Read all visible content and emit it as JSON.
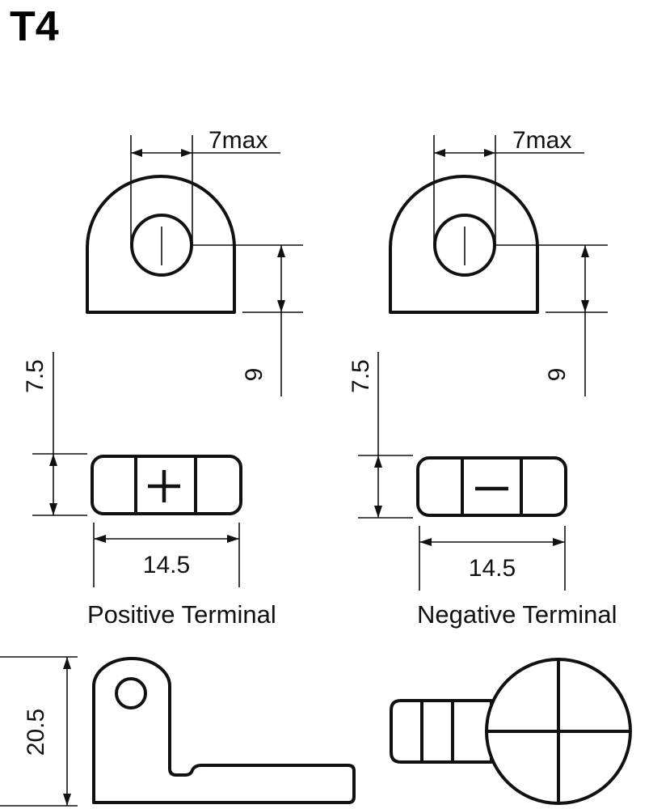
{
  "title": "T4",
  "dimensions": {
    "bolt_max": "7max",
    "hole_height": "9",
    "terminal_height": "7.5",
    "terminal_width": "14.5",
    "side_height": "20.5"
  },
  "terminals": {
    "positive": {
      "caption": "Positive Terminal",
      "sign": "+"
    },
    "negative": {
      "caption": "Negative Terminal",
      "sign": "−"
    }
  }
}
